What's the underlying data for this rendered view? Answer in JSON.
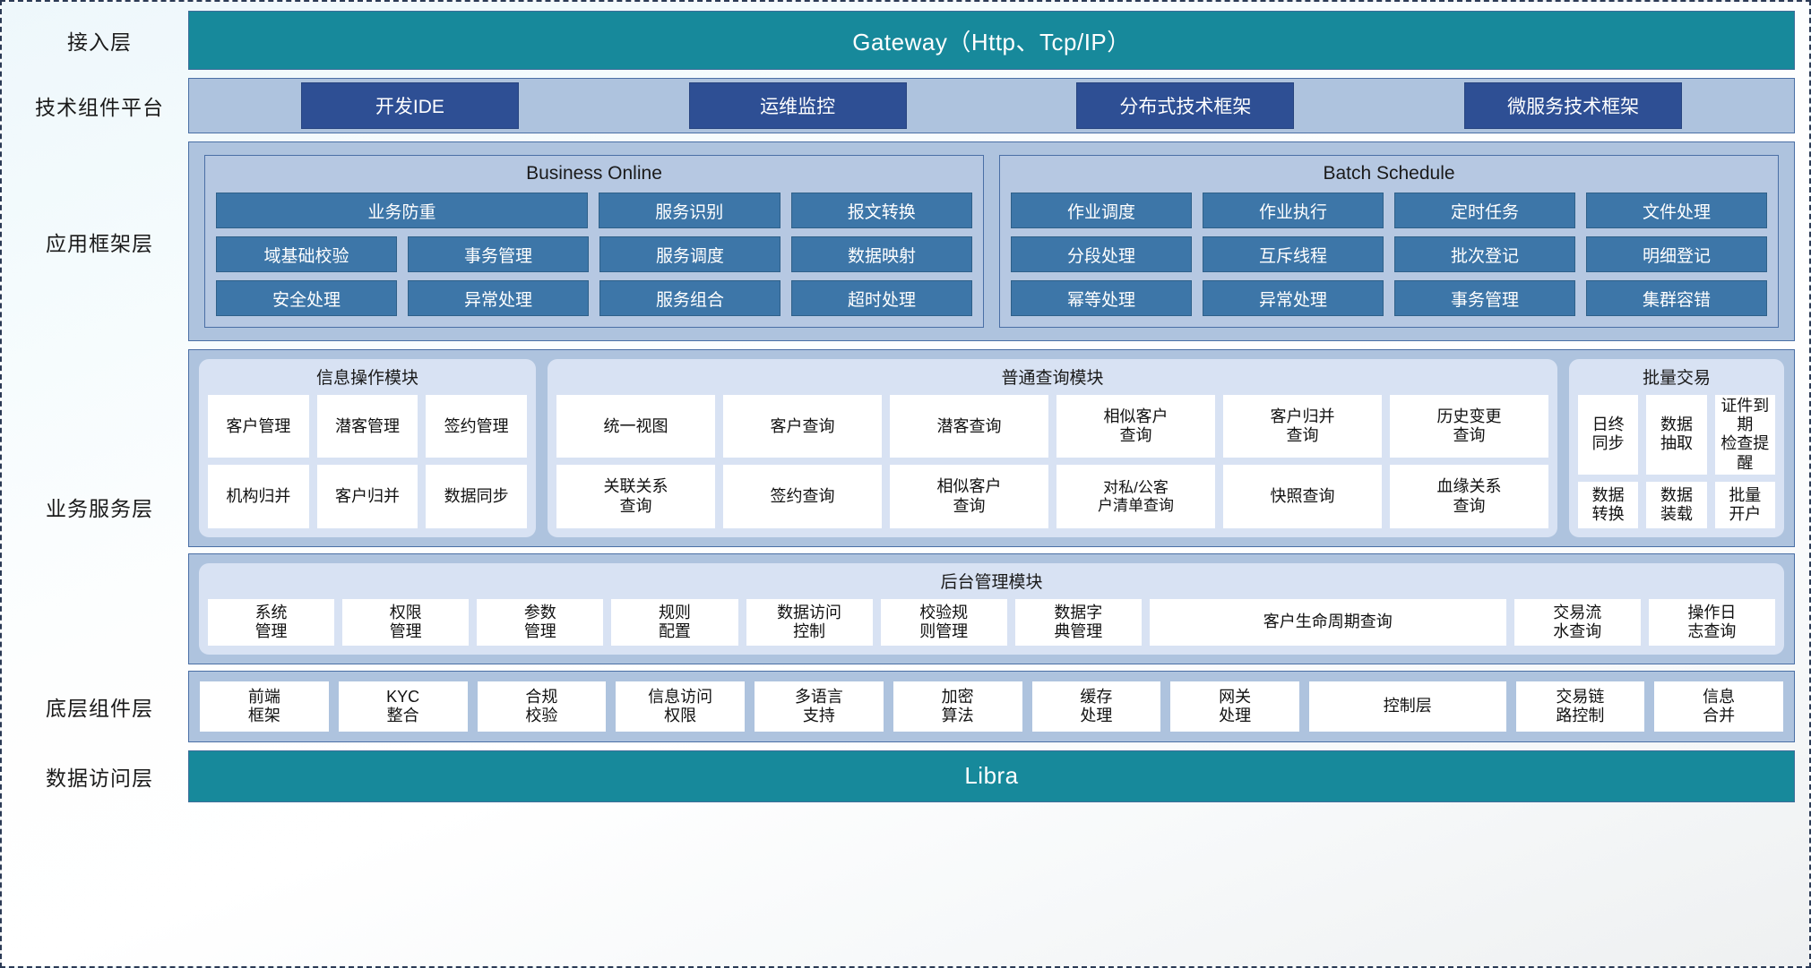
{
  "layers": {
    "access": {
      "label": "接入层",
      "banner": "Gateway（Http、Tcp/IP）"
    },
    "tech": {
      "label": "技术组件平台",
      "chips": [
        "开发IDE",
        "运维监控",
        "分布式技术框架",
        "微服务技术框架"
      ]
    },
    "app_framework": {
      "label": "应用框架层",
      "panels": [
        {
          "title": "Business Online",
          "rows": [
            [
              {
                "label": "业务防重",
                "span": 2
              },
              {
                "label": "服务识别"
              },
              {
                "label": "报文转换"
              }
            ],
            [
              {
                "label": "域基础校验"
              },
              {
                "label": "事务管理"
              },
              {
                "label": "服务调度"
              },
              {
                "label": "数据映射"
              }
            ],
            [
              {
                "label": "安全处理"
              },
              {
                "label": "异常处理"
              },
              {
                "label": "服务组合"
              },
              {
                "label": "超时处理"
              }
            ]
          ]
        },
        {
          "title": "Batch Schedule",
          "rows": [
            [
              {
                "label": "作业调度"
              },
              {
                "label": "作业执行"
              },
              {
                "label": "定时任务"
              },
              {
                "label": "文件处理"
              }
            ],
            [
              {
                "label": "分段处理"
              },
              {
                "label": "互斥线程"
              },
              {
                "label": "批次登记"
              },
              {
                "label": "明细登记"
              }
            ],
            [
              {
                "label": "幂等处理"
              },
              {
                "label": "异常处理"
              },
              {
                "label": "事务管理"
              },
              {
                "label": "集群容错"
              }
            ]
          ]
        }
      ]
    },
    "business_service": {
      "label": "业务服务层",
      "modules_top": [
        {
          "title": "信息操作模块",
          "rows": [
            [
              "客户管理",
              "潜客管理",
              "签约管理"
            ],
            [
              "机构归并",
              "客户归并",
              "数据同步"
            ]
          ]
        },
        {
          "title": "普通查询模块",
          "rows": [
            [
              "统一视图",
              "客户查询",
              "潜客查询",
              "相似客户\n查询",
              "客户归并\n查询",
              "历史变更\n查询"
            ],
            [
              "关联关系\n查询",
              "签约查询",
              "相似客户\n查询",
              "对私/公客\n户清单查询",
              "快照查询",
              "血缘关系\n查询"
            ]
          ]
        },
        {
          "title": "批量交易",
          "rows": [
            [
              "日终\n同步",
              "数据\n抽取",
              "证件到期\n检查提醒"
            ],
            [
              "数据\n转换",
              "数据\n装载",
              "批量\n开户"
            ]
          ]
        }
      ],
      "module_bottom": {
        "title": "后台管理模块",
        "cells": [
          {
            "label": "系统\n管理"
          },
          {
            "label": "权限\n管理"
          },
          {
            "label": "参数\n管理"
          },
          {
            "label": "规则\n配置"
          },
          {
            "label": "数据访问\n控制"
          },
          {
            "label": "校验规\n则管理"
          },
          {
            "label": "数据字\n典管理"
          },
          {
            "label": "客户生命周期查询",
            "wide": true
          },
          {
            "label": "交易流\n水查询"
          },
          {
            "label": "操作日\n志查询"
          }
        ]
      }
    },
    "bottom_component": {
      "label": "底层组件层",
      "cells": [
        {
          "label": "前端\n框架"
        },
        {
          "label": "KYC\n整合"
        },
        {
          "label": "合规\n校验"
        },
        {
          "label": "信息访问\n权限"
        },
        {
          "label": "多语言\n支持"
        },
        {
          "label": "加密\n算法"
        },
        {
          "label": "缓存\n处理"
        },
        {
          "label": "网关\n处理"
        },
        {
          "label": "控制层",
          "wide": true
        },
        {
          "label": "交易链\n路控制"
        },
        {
          "label": "信息\n合并"
        }
      ]
    },
    "data_access": {
      "label": "数据访问层",
      "banner": "Libra"
    }
  },
  "colors": {
    "teal_banner": "#17899b",
    "band_blue": "#aec3de",
    "panel_blue": "#b6c8e2",
    "chip_dark_blue": "#2e4f94",
    "chip_mid_blue": "#3d76a8",
    "module_light": "#d8e2f3",
    "cell_white": "#ffffff",
    "border_blue": "#4a6fa5"
  }
}
